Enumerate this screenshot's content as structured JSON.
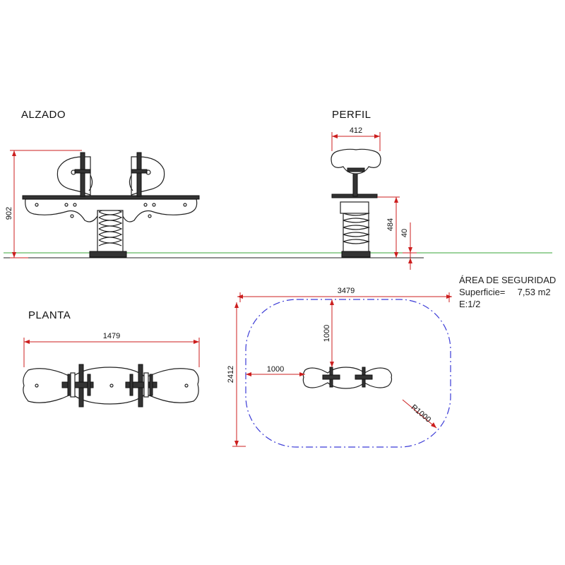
{
  "views": {
    "alzado": {
      "title": "ALZADO",
      "height_dim": "902"
    },
    "perfil": {
      "title": "PERFIL",
      "width_dim": "412",
      "height_dim": "484",
      "ground_dim": "40"
    },
    "planta": {
      "title": "PLANTA",
      "width_dim": "1479"
    },
    "area": {
      "width_dim": "3479",
      "height_dim": "2412",
      "clear_x": "1000",
      "clear_y": "1000",
      "radius": "R1000"
    }
  },
  "safety": {
    "title": "ÁREA DE SEGURIDAD",
    "surface_label": "Superficie=",
    "surface_value": "7,53 m2",
    "scale": "E:1/2"
  },
  "colors": {
    "dimension": "#cc1f1f",
    "ground": "#3aa63a",
    "area_outline": "#3b3bd6",
    "line": "#222222"
  }
}
